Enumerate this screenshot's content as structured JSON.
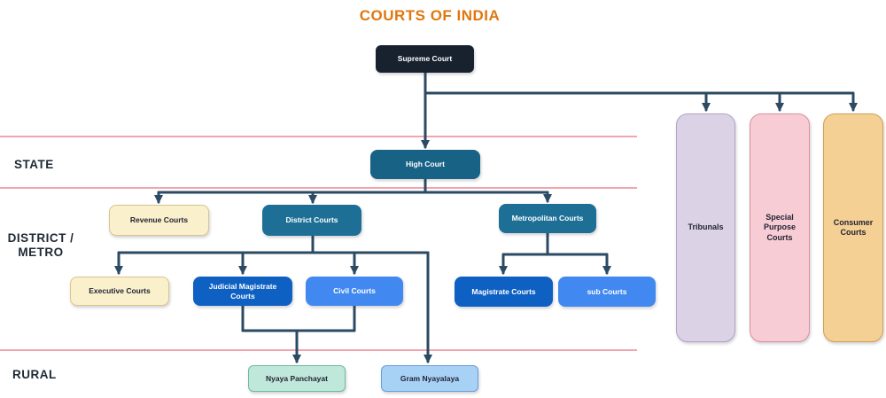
{
  "title": "COURTS OF INDIA",
  "section_labels": {
    "state": "STATE",
    "district_line1": "DISTRICT /",
    "district_line2": "METRO",
    "rural": "RURAL"
  },
  "nodes": {
    "supreme_court": {
      "label": "Supreme Court",
      "bg": "#18222e",
      "text": "#ffffff"
    },
    "high_court": {
      "label": "High Court",
      "bg": "#186286",
      "text": "#ffffff"
    },
    "revenue_courts": {
      "label": "Revenue Courts",
      "bg": "#faf0cb",
      "text": "#232335"
    },
    "district_courts": {
      "label": "District Courts",
      "bg": "#1d6f96",
      "text": "#ffffff"
    },
    "metropolitan_courts": {
      "label": "Metropolitan Courts",
      "bg": "#1d6f96",
      "text": "#ffffff"
    },
    "executive_courts": {
      "label": "Executive Courts",
      "bg": "#faf0cb",
      "text": "#232335"
    },
    "judicial_magistrate_courts": {
      "label": "Judicial Magistrate Courts",
      "bg": "#0e60c2",
      "text": "#ffffff"
    },
    "civil_courts": {
      "label": "Civil Courts",
      "bg": "#4189f0",
      "text": "#ffffff"
    },
    "magistrate_courts": {
      "label": "Magistrate Courts",
      "bg": "#0e60c2",
      "text": "#ffffff"
    },
    "sub_courts": {
      "label": "sub Courts",
      "bg": "#4189f0",
      "text": "#ffffff"
    },
    "nyaya_panchayat": {
      "label": "Nyaya Panchayat",
      "bg": "#bfe8da",
      "text": "#232335"
    },
    "gram_nyayalaya": {
      "label": "Gram Nyayalaya",
      "bg": "#a8d1f6",
      "text": "#232335"
    },
    "tribunals": {
      "label": "Tribunals",
      "bg": "#dbd3e5",
      "text": "#232335"
    },
    "special_purpose_courts": {
      "label": "Special Purpose Courts",
      "bg": "#f8ccd4",
      "text": "#232335"
    },
    "consumer_courts": {
      "label": "Consumer Courts",
      "bg": "#f5d094",
      "text": "#232335"
    }
  },
  "edges": [
    [
      "supreme_court",
      "high_court"
    ],
    [
      "supreme_court",
      "tribunals"
    ],
    [
      "supreme_court",
      "special_purpose_courts"
    ],
    [
      "supreme_court",
      "consumer_courts"
    ],
    [
      "high_court",
      "revenue_courts"
    ],
    [
      "high_court",
      "district_courts"
    ],
    [
      "high_court",
      "metropolitan_courts"
    ],
    [
      "district_courts",
      "executive_courts"
    ],
    [
      "district_courts",
      "judicial_magistrate_courts"
    ],
    [
      "district_courts",
      "civil_courts"
    ],
    [
      "district_courts",
      "gram_nyayalaya"
    ],
    [
      "metropolitan_courts",
      "magistrate_courts"
    ],
    [
      "metropolitan_courts",
      "sub_courts"
    ],
    [
      "judicial_magistrate_courts",
      "nyaya_panchayat"
    ],
    [
      "civil_courts",
      "nyaya_panchayat"
    ]
  ],
  "colors": {
    "title": "#e0770e",
    "connector": "#2b4a63",
    "section_divider": "#f1a5ae",
    "section_label": "#1d2935",
    "background": "#ffffff"
  }
}
